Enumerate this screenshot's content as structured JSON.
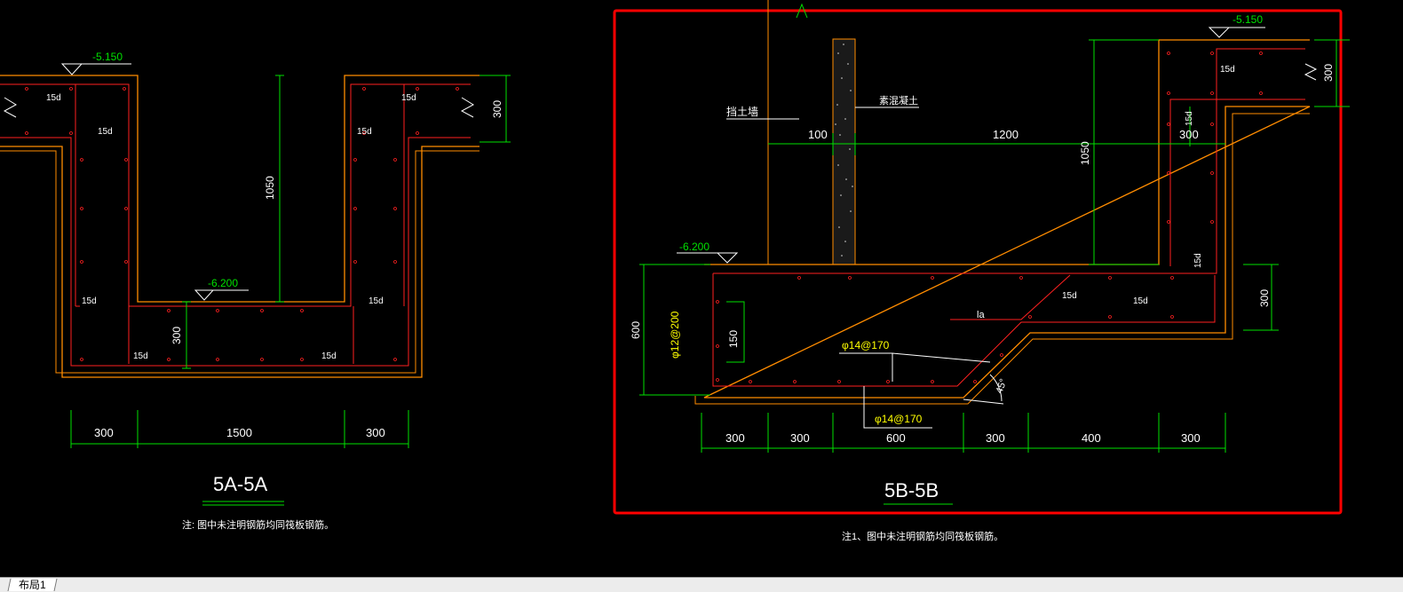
{
  "colors": {
    "background": "#000000",
    "structure": "#ff8c00",
    "rebar": "#ff2020",
    "dimension": "#00e000",
    "label": "#ffffff",
    "highlight_frame": "#ff0000",
    "annotation": "#ffff00"
  },
  "sec5a": {
    "title": "5A-5A",
    "note": "注: 图中未注明钢筋均同筏板钢筋。",
    "elev_top": "-5.150",
    "elev_bottom": "-6.200",
    "dim_depth": "1050",
    "dim_slab": "300",
    "dim_bottom": "300",
    "dims_bottom": [
      "300",
      "1500",
      "300"
    ],
    "lap_labels": [
      "15d",
      "15d",
      "15d",
      "15d",
      "15d",
      "15d",
      "15d",
      "15d"
    ]
  },
  "sec5b": {
    "title": "5B-5B",
    "note": "注1、图中未注明钢筋均同筏板钢筋。",
    "elev_top": "-5.150",
    "elev_left": "-6.200",
    "wall_label": "挡土墙",
    "fill_label": "素混凝土",
    "dim_100": "100",
    "dim_1200": "1200",
    "dim_1050": "1050",
    "dim_top_slab": "300",
    "dim_wall_thk": "300",
    "dim_right": "300",
    "dim_left": "600",
    "dim_150": "150",
    "rebar_side": "φ12@200",
    "rebar_top": "φ14@170",
    "rebar_bottom": "φ14@170",
    "la_label": "la",
    "angle": "45°",
    "dims_bottom": [
      "300",
      "300",
      "600",
      "300",
      "400",
      "300"
    ],
    "lap_labels": [
      "15d",
      "15d",
      "15d",
      "15d",
      "15d"
    ]
  },
  "tabs": {
    "layout1": "布局1"
  }
}
